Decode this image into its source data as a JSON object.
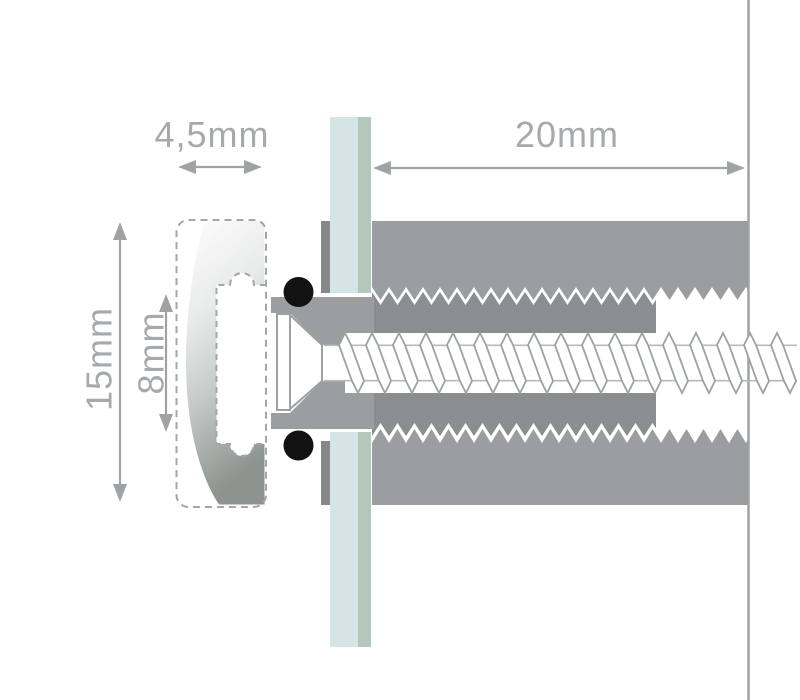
{
  "diagram": {
    "dimensions": {
      "cap_depth": {
        "label": "4,5mm"
      },
      "wall_gap": {
        "label": "20mm"
      },
      "cap_height": {
        "label": "15mm"
      },
      "bore": {
        "label": "8mm"
      }
    },
    "colors": {
      "dimension_text": "#a7aaad",
      "dimension_arrow": "#a0a3a6",
      "barrel_gray": "#9b9da0",
      "sleeve_gray": "#8b8d90",
      "collar_gray": "#85878a",
      "glass_light": "#d5e4e4",
      "glass_edge": "#b3c7bc",
      "oring_black": "#121212",
      "screw_outline": "#9ba1a5",
      "wall_line": "#9fa2a5"
    }
  }
}
